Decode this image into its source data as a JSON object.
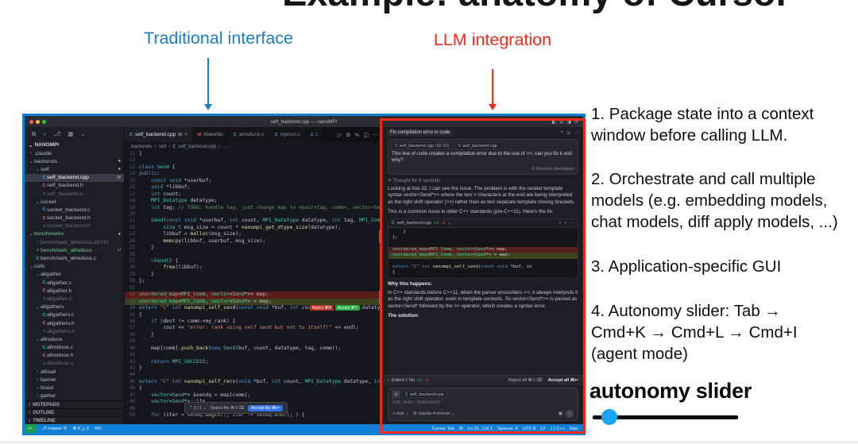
{
  "slide": {
    "title": "Example: anatomy of Cursor",
    "traditional_label": "Traditional interface",
    "llm_label": "LLM integration",
    "notes": [
      [
        "1. Package state into a context",
        "window before calling LLM."
      ],
      [
        "2. Orchestrate and call multiple",
        "models (e.g. embedding models,",
        "chat models, diff apply models, ...)"
      ],
      [
        "3. Application-specific GUI"
      ],
      [
        "4. Autonomy slider: Tab →",
        "Cmd+K → Cmd+L → Cmd+I",
        "(agent mode)"
      ]
    ],
    "autonomy_label": "autonomy slider",
    "colors": {
      "traditional": "#1b7dc6",
      "llm": "#f42c1d",
      "knob": "#17a3f7"
    }
  },
  "window": {
    "titlebar_title": "self_backend.cpp — nanoMPI",
    "titlebar_icons": [
      {
        "g": "◧",
        "n": "toggle-left-sidebar-icon"
      },
      {
        "g": "⊟",
        "n": "toggle-panel-icon"
      },
      {
        "g": "◨",
        "n": "toggle-right-sidebar-icon"
      },
      {
        "g": "⟳",
        "n": "history-icon"
      }
    ],
    "tabs": [
      {
        "icon": "C",
        "color": "#43a8e0",
        "label": "self_backend.cpp",
        "dirty": "M",
        "active": true
      },
      {
        "icon": "M",
        "color": "#d65348",
        "label": "Makefile"
      },
      {
        "icon": "C",
        "color": "#43a8e0",
        "label": "allreduce.c"
      },
      {
        "icon": "C",
        "color": "#43a8e0",
        "label": "mpirun.c"
      },
      {
        "icon": "C",
        "color": "#43a8e0",
        "label": "t"
      }
    ],
    "tab_actions": [
      {
        "g": "▷",
        "n": "run-button"
      },
      {
        "g": "⚙",
        "n": "settings-icon"
      },
      {
        "g": "⇆",
        "n": "split-editor-icon"
      },
      {
        "g": "◫",
        "n": "layout-icon"
      },
      {
        "g": "⋯",
        "n": "more-actions-icon"
      }
    ],
    "breadcrumb": [
      "backends",
      "self",
      "self_backend.cpp",
      "…"
    ],
    "explorer": {
      "toolbar_icons": [
        {
          "g": "⧉",
          "n": "new-file-icon"
        },
        {
          "g": "⌕",
          "n": "search-icon"
        },
        {
          "g": "⎇",
          "n": "source-control-icon"
        },
        {
          "g": "▦",
          "n": "extensions-icon"
        },
        {
          "g": "⌄",
          "n": "views-chevron-icon"
        }
      ],
      "root": "NANOMPI",
      "items": [
        {
          "lvl": 0,
          "arrow": "›",
          "label": ".claude"
        },
        {
          "lvl": 0,
          "arrow": "⌄",
          "label": "backends",
          "badge": "●"
        },
        {
          "lvl": 1,
          "arrow": "⌄",
          "label": "self",
          "badge": "●"
        },
        {
          "lvl": 2,
          "icon": "cpp",
          "label": "self_backend.cpp",
          "badge": "M",
          "sel": true
        },
        {
          "lvl": 2,
          "icon": "h",
          "label": "self_backend.h"
        },
        {
          "lvl": 2,
          "icon": "o",
          "label": "self_backend.o",
          "dim": true
        },
        {
          "lvl": 1,
          "arrow": "⌄",
          "label": "socket"
        },
        {
          "lvl": 2,
          "icon": "c",
          "label": "socket_backend.c"
        },
        {
          "lvl": 2,
          "icon": "h",
          "label": "socket_backend.h"
        },
        {
          "lvl": 2,
          "icon": "o",
          "label": "socket_backend.o",
          "dim": true
        },
        {
          "lvl": 0,
          "arrow": "⌄",
          "label": "benchmarks",
          "badge": "●",
          "green": true
        },
        {
          "lvl": 1,
          "arrow": "›",
          "label": "benchmark_allreduce.dSYM",
          "dim": true
        },
        {
          "lvl": 1,
          "icon": "bin",
          "label": "benchmark_allreduce",
          "badge": "U",
          "green": true
        },
        {
          "lvl": 1,
          "icon": "c",
          "label": "benchmark_allreduce.c"
        },
        {
          "lvl": 0,
          "arrow": "⌄",
          "label": "colls"
        },
        {
          "lvl": 1,
          "arrow": "⌄",
          "label": "allgather"
        },
        {
          "lvl": 2,
          "icon": "c",
          "label": "allgather.c"
        },
        {
          "lvl": 2,
          "icon": "h",
          "label": "allgather.h"
        },
        {
          "lvl": 2,
          "icon": "o",
          "label": "allgather.o",
          "dim": true
        },
        {
          "lvl": 1,
          "arrow": "⌄",
          "label": "allgatherv"
        },
        {
          "lvl": 2,
          "icon": "c",
          "label": "allgatherv.c"
        },
        {
          "lvl": 2,
          "icon": "h",
          "label": "allgatherv.h"
        },
        {
          "lvl": 2,
          "icon": "o",
          "label": "allgatherv.o",
          "dim": true
        },
        {
          "lvl": 1,
          "arrow": "⌄",
          "label": "allreduce"
        },
        {
          "lvl": 2,
          "icon": "c",
          "label": "allreduce.c"
        },
        {
          "lvl": 2,
          "icon": "h",
          "label": "allreduce.h"
        },
        {
          "lvl": 2,
          "icon": "o",
          "label": "allreduce.o",
          "dim": true
        },
        {
          "lvl": 1,
          "arrow": "›",
          "label": "alltoall"
        },
        {
          "lvl": 1,
          "arrow": "›",
          "label": "barrier"
        },
        {
          "lvl": 1,
          "arrow": "›",
          "label": "bcast"
        },
        {
          "lvl": 1,
          "arrow": "›",
          "label": "gather"
        }
      ],
      "sections": [
        "NOTEPADS",
        "OUTLINE",
        "TIMELINE"
      ]
    },
    "editor": {
      "lines": [
        {
          "n": 11,
          "t": "}"
        },
        {
          "n": 12,
          "t": ""
        },
        {
          "n": 13,
          "t": "class Send {"
        },
        {
          "n": 14,
          "t": "public:"
        },
        {
          "n": 15,
          "t": "    const void *userbuf;"
        },
        {
          "n": 16,
          "t": "    void *libbuf;"
        },
        {
          "n": 17,
          "t": "    int count;"
        },
        {
          "n": 18,
          "t": "    MPI_Datatype datatype;"
        },
        {
          "n": 19,
          "t": "    int tag; // TODO: handle tag, just change map to <pair<tag, comm>, vector<Send*>>"
        },
        {
          "n": 20,
          "t": ""
        },
        {
          "n": 21,
          "t": "    Send(const void *userbuf, int count, MPI_Datatype datatype, int tag, MPI_Comm comm) : use"
        },
        {
          "n": 22,
          "t": "        size_t msg_size = count * nanompi_get_dtype_size(datatype);"
        },
        {
          "n": 23,
          "t": "        libbuf = malloc(msg_size);"
        },
        {
          "n": 24,
          "t": "        memcpy(libbuf, userbuf, msg_size);"
        },
        {
          "n": 25,
          "t": "    }"
        },
        {
          "n": 26,
          "t": ""
        },
        {
          "n": 27,
          "t": "    ~Send() {"
        },
        {
          "n": 28,
          "t": "        free(libbuf);"
        },
        {
          "n": 29,
          "t": "    }"
        },
        {
          "n": 30,
          "t": "};"
        },
        {
          "n": 31,
          "t": ""
        },
        {
          "n": 32,
          "t": "unordered_map<MPI_Comm, vector<Send*>> map;",
          "diff": "del"
        },
        {
          "n": 33,
          "t": "unordered_map<MPI_Comm, vector<Send*> > map;",
          "diff": "add"
        },
        {
          "n": 34,
          "t": "extern \"C\" int nanompi_self_send(const void *buf, int count, MPI_Datatype datatype, int dest,"
        },
        {
          "n": 35,
          "t": "{"
        },
        {
          "n": 36,
          "t": "    if (dest != comm->my_rank) {"
        },
        {
          "n": 37,
          "t": "        cout << \"error: rank using self send but not to itself!\" << endl;"
        },
        {
          "n": 38,
          "t": "    }"
        },
        {
          "n": 39,
          "t": ""
        },
        {
          "n": 40,
          "t": "    map[comm].push_back(new Send(buf, count, datatype, tag, comm));"
        },
        {
          "n": 41,
          "t": ""
        },
        {
          "n": 42,
          "t": "    return MPI_SUCCESS;"
        },
        {
          "n": 43,
          "t": "}"
        },
        {
          "n": 44,
          "t": ""
        },
        {
          "n": 45,
          "t": "extern \"C\" int nanompi_self_recv(void *buf, int count, MPI_Datatype datatype, int source, int"
        },
        {
          "n": 46,
          "t": "{"
        },
        {
          "n": 47,
          "t": "    vector<Send*> &sendq = map[comm];"
        },
        {
          "n": 48,
          "t": "    vector<Send*>::ite"
        },
        {
          "n": 49,
          "t": ""
        },
        {
          "n": 50,
          "t": "    for (iter = sendq.begin(); iter != sendq.end(); ) {"
        }
      ],
      "inline_diff": {
        "reject": "Reject ⌘N",
        "accept": "Accept ⌘Y"
      },
      "file_widget": {
        "nav": "⌃ 1 / 1 ⌄",
        "reject": "Reject file ⌘⇧⌫",
        "accept": "Accept file ⌘↩"
      }
    },
    "status_bar": {
      "remote": "><",
      "left": [
        "⎇ master ⟳",
        "⊗ 0 △ 0",
        "W0"
      ],
      "right": [
        "Cursor Tab",
        "⊘",
        "Ln 31, Col 1",
        "Spaces: 4",
        "UTF-8",
        "LF",
        "{ } C++",
        "Mac"
      ]
    }
  },
  "chat": {
    "title": "Fix compilation error in code",
    "title_actions": [
      {
        "g": "+",
        "n": "new-chat-icon"
      },
      {
        "g": "⊙",
        "n": "chat-history-icon"
      },
      {
        "g": "⋯",
        "n": "chat-more-icon"
      }
    ],
    "user": {
      "chips": [
        "self_backend.cpp (32-32)",
        "self_backend.cpp"
      ],
      "text": "This line of code creates a compilation error due to the use of >>, can you fix it and why?",
      "restore_icon": "↺",
      "restore": "Restore checkpoint"
    },
    "thought_icon": "✳",
    "thought": "Thought for 8 seconds",
    "p1": "Looking at line 32, I can see the issue. The problem is with the nested template syntax vector<Send*>> where the two > characters at the end are being interpreted as the right shift operator (>>) rather than as two separate template closing brackets.",
    "p2": "This is a common issue in older C++ standards (pre-C++11). Here's the fix:",
    "code_card": {
      "file": "self_backend.cpp",
      "add": "+1",
      "del": "-1",
      "chevron": "⌄",
      "actions": [
        {
          "g": "×",
          "n": "reject-edit-icon"
        },
        {
          "g": "✓",
          "n": "accept-edit-icon"
        },
        {
          "g": "⋯",
          "n": "edit-more-icon"
        }
      ],
      "lines": [
        {
          "t": "    }"
        },
        {
          "t": "};"
        },
        {
          "t": ""
        },
        {
          "t": "unordered_map<MPI_Comm, vector<Send*>> map;",
          "diff": "del"
        },
        {
          "t": "unordered_map<MPI_Comm, vector<Send*> > map;",
          "diff": "add"
        },
        {
          "t": ""
        },
        {
          "t": "extern \"C\" int nanompi_self_send(const void *buf, in"
        },
        {
          "t": "{"
        }
      ]
    },
    "why_label": "Why this happens:",
    "p3": "In C++ standards before C++11, when the parser encounters >>, it always interprets it as the right shift operator, even in template contexts. So vector<Send*>> is parsed as vector<Send* followed by the >> operator, which creates a syntax error.",
    "solution_label": "The solution:",
    "review": {
      "chevron": "›",
      "label": "Edited 1 file",
      "add": "+1",
      "del": "-1",
      "reject": "Reject all ⌘⇧⌫",
      "accept": "Accept all ⌘↩"
    },
    "input": {
      "at": "@",
      "context_file": "self_backend.cpp",
      "placeholder": "Ask, learn, brainstorm",
      "mode_icon": "∞",
      "mode": "Ask",
      "model_icon": "⚙",
      "model": "claude-4-sonnet",
      "chevron": "⌄",
      "icons": [
        {
          "g": "▣",
          "n": "image-icon"
        },
        {
          "g": "↑",
          "n": "send-button"
        }
      ]
    }
  }
}
